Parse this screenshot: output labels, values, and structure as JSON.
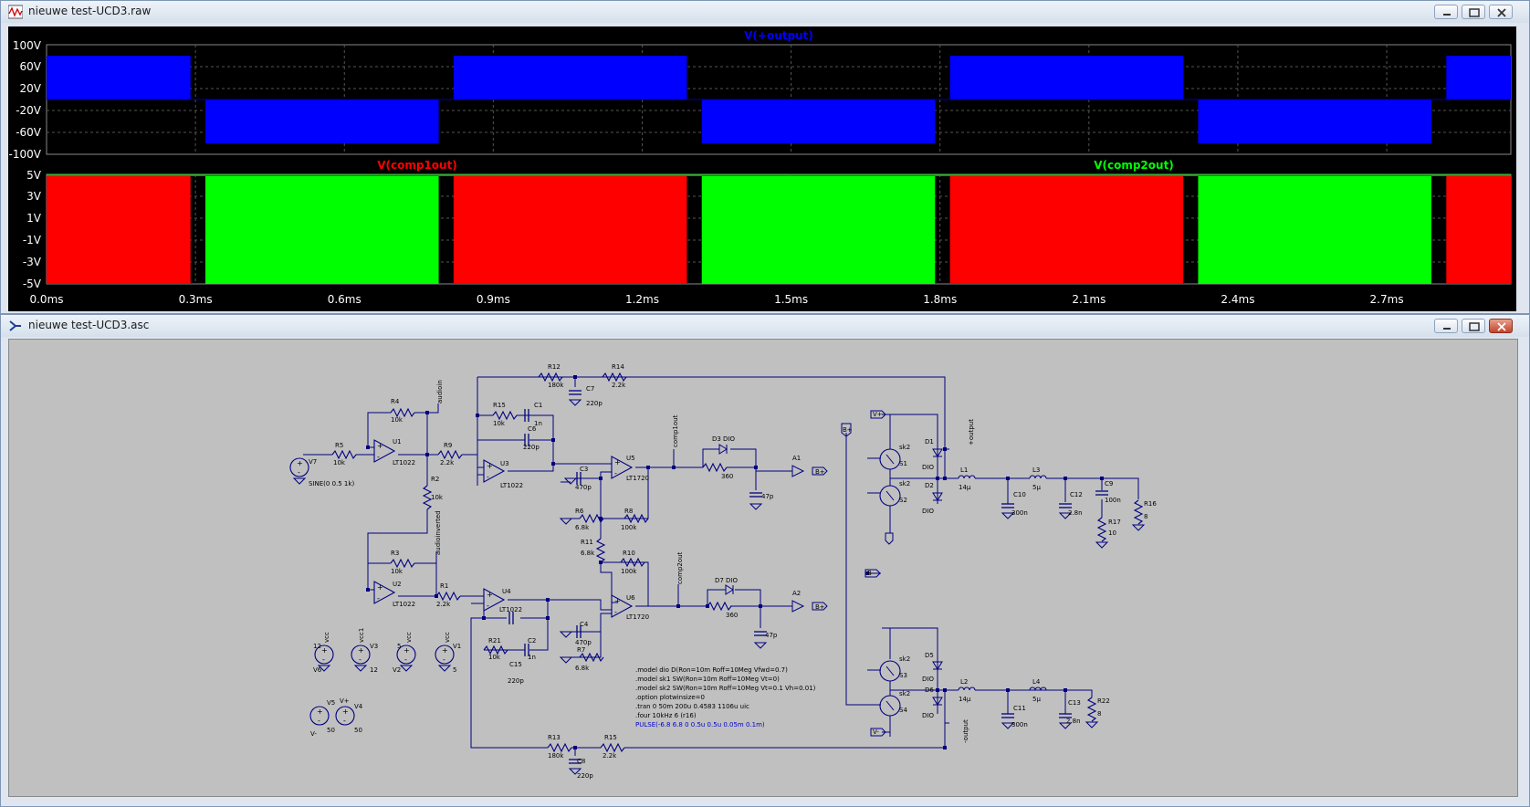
{
  "plot_window": {
    "title": "nieuwe test-UCD3.raw",
    "top_panel": {
      "trace_label": "V(+output)",
      "trace_color": "#0000ff",
      "y_ticks": [
        "100V",
        "60V",
        "20V",
        "-20V",
        "-60V",
        "-100V"
      ]
    },
    "bottom_panel": {
      "trace1_label": "V(comp1out)",
      "trace1_color": "#ff0000",
      "trace2_label": "V(comp2out)",
      "trace2_color": "#00ff00",
      "y_ticks": [
        "5V",
        "3V",
        "1V",
        "-1V",
        "-3V",
        "-5V"
      ]
    },
    "x_ticks": [
      "0.0ms",
      "0.3ms",
      "0.6ms",
      "0.9ms",
      "1.2ms",
      "1.5ms",
      "1.8ms",
      "2.1ms",
      "2.4ms",
      "2.7ms"
    ]
  },
  "chart_data": [
    {
      "type": "line",
      "series": [
        {
          "name": "V(+output)",
          "color": "#0000ff"
        }
      ],
      "x_range_ms": [
        0,
        2.95
      ],
      "ylim": [
        -100,
        100
      ],
      "segments": [
        {
          "from": 0.0,
          "to": 0.29,
          "low": 0,
          "high": 80
        },
        {
          "from": 0.32,
          "to": 0.79,
          "low": -80,
          "high": 0
        },
        {
          "from": 0.82,
          "to": 1.29,
          "low": 0,
          "high": 80
        },
        {
          "from": 1.32,
          "to": 1.79,
          "low": -80,
          "high": 0
        },
        {
          "from": 1.82,
          "to": 2.29,
          "low": 0,
          "high": 80
        },
        {
          "from": 2.32,
          "to": 2.79,
          "low": -80,
          "high": 0
        },
        {
          "from": 2.82,
          "to": 2.95,
          "low": 0,
          "high": 80
        }
      ]
    },
    {
      "type": "line",
      "series": [
        {
          "name": "V(comp1out)",
          "color": "#ff0000"
        },
        {
          "name": "V(comp2out)",
          "color": "#00ff00"
        }
      ],
      "x_range_ms": [
        0,
        2.95
      ],
      "ylim": [
        -5,
        5
      ],
      "segments": [
        {
          "from": 0.0,
          "to": 0.29,
          "series": 0
        },
        {
          "from": 0.32,
          "to": 0.79,
          "series": 1
        },
        {
          "from": 0.82,
          "to": 1.29,
          "series": 0
        },
        {
          "from": 1.32,
          "to": 1.79,
          "series": 1
        },
        {
          "from": 1.82,
          "to": 2.29,
          "series": 0
        },
        {
          "from": 2.32,
          "to": 2.79,
          "series": 1
        },
        {
          "from": 2.82,
          "to": 2.95,
          "series": 0
        }
      ]
    }
  ],
  "schematic_window": {
    "title": "nieuwe test-UCD3.asc",
    "labels": {
      "R12": "R12",
      "R12v": "180k",
      "R14": "R14",
      "R14v": "2.2k",
      "C7": "C7",
      "C7v": "220p",
      "R4": "R4",
      "R4v": "10k",
      "audioin": "audioin",
      "R15": "R15",
      "R15v": "10k",
      "C1": "C1",
      "C1v": "1n",
      "C6": "C6",
      "C6v": "220p",
      "R5": "R5",
      "R5v": "10k",
      "U1": "U1",
      "LT1022": "LT1022",
      "R9": "R9",
      "R9v": "2.2k",
      "V7": "V7",
      "sine": "SINE(0 0.5 1k)",
      "U3": "U3",
      "U5": "U5",
      "LT1720": "LT1720",
      "C3": "C3",
      "C3v": "470p",
      "comp1out": "comp1out",
      "D3": "D3",
      "DIO": "DIO",
      "R360": "360",
      "C47p": "47p",
      "A1": "A1",
      "Bplus": "B+",
      "R2": "R2",
      "R2v": "10k",
      "audioinverted": "audioinverted",
      "R6": "R6",
      "R6v": "6.8k",
      "R8": "R8",
      "R8v": "100k",
      "R11": "R11",
      "R11v": "6.8k",
      "R3": "R3",
      "R3v": "10k",
      "U2": "U2",
      "R1": "R1",
      "R1v": "2.2k",
      "U4": "U4",
      "R10": "R10",
      "R10v": "100k",
      "comp2out": "comp2out",
      "D7": "D7",
      "U6": "U6",
      "A2": "A2",
      "R21": "R21",
      "R21v": "10k",
      "C2": "C2",
      "C2v": "1n",
      "C15": "C15",
      "C15v": "220p",
      "C4": "C4",
      "C4v": "470p",
      "R7": "R7",
      "R7v": "6.8k",
      "vcc": "vcc",
      "vcc1": "vcc1",
      "V6": "V6",
      "V3": "V3",
      "V2": "V2",
      "V1": "V1",
      "v12": "12",
      "v5": "5",
      "V5": "V5",
      "V4": "V4",
      "v50": "50",
      "Vplus": "V+",
      "Vminus": "V-",
      "model1": ".model dio D(Ron=10m Roff=10Meg Vfwd=0.7)",
      "model2": ".model sk1 SW(Ron=10m Roff=10Meg Vt=0)",
      "model3": ".model sk2 SW(Ron=10m Roff=10Meg Vt=0.1 Vh=0.01)",
      "option": ".option plotwinsize=0",
      "tran": ".tran 0 50m 200u 0.4583 1106u uic",
      "four": ".four 10kHz 6 (r16)",
      "pulse": "PULSE(-6.8 6.8 0 0.5u 0.5u 0.05m 0.1m)",
      "R13": "R13",
      "R13v": "180k",
      "R16b": "R15",
      "R16bv": "2.2k",
      "C8": "C8",
      "C8v": "220p",
      "S1": "S1",
      "S2": "S2",
      "S3": "S3",
      "S4": "S4",
      "sk2": "sk2",
      "D1": "D1",
      "D2": "D2",
      "D5": "D5",
      "D6": "D6",
      "plusoutput": "+output",
      "minusoutput": "-output",
      "L1": "L1",
      "L1v": "14µ",
      "L3": "L3",
      "L3v": "5µ",
      "C10": "C10",
      "C10v": "300n",
      "C12": "C12",
      "C12v": "2.8n",
      "C9": "C9",
      "C9v": "100n",
      "R16": "R16",
      "R16v": "8",
      "R17": "R17",
      "R17v": "10",
      "L2": "L2",
      "L2v": "14µ",
      "L4": "L4",
      "L4v": "5µ",
      "C11": "C11",
      "C11v": "300n",
      "C13": "C13",
      "C13v": "2.8n",
      "R22": "R22",
      "R22v": "8",
      "Bminus": "B-",
      "Bplus2": "B+"
    }
  }
}
